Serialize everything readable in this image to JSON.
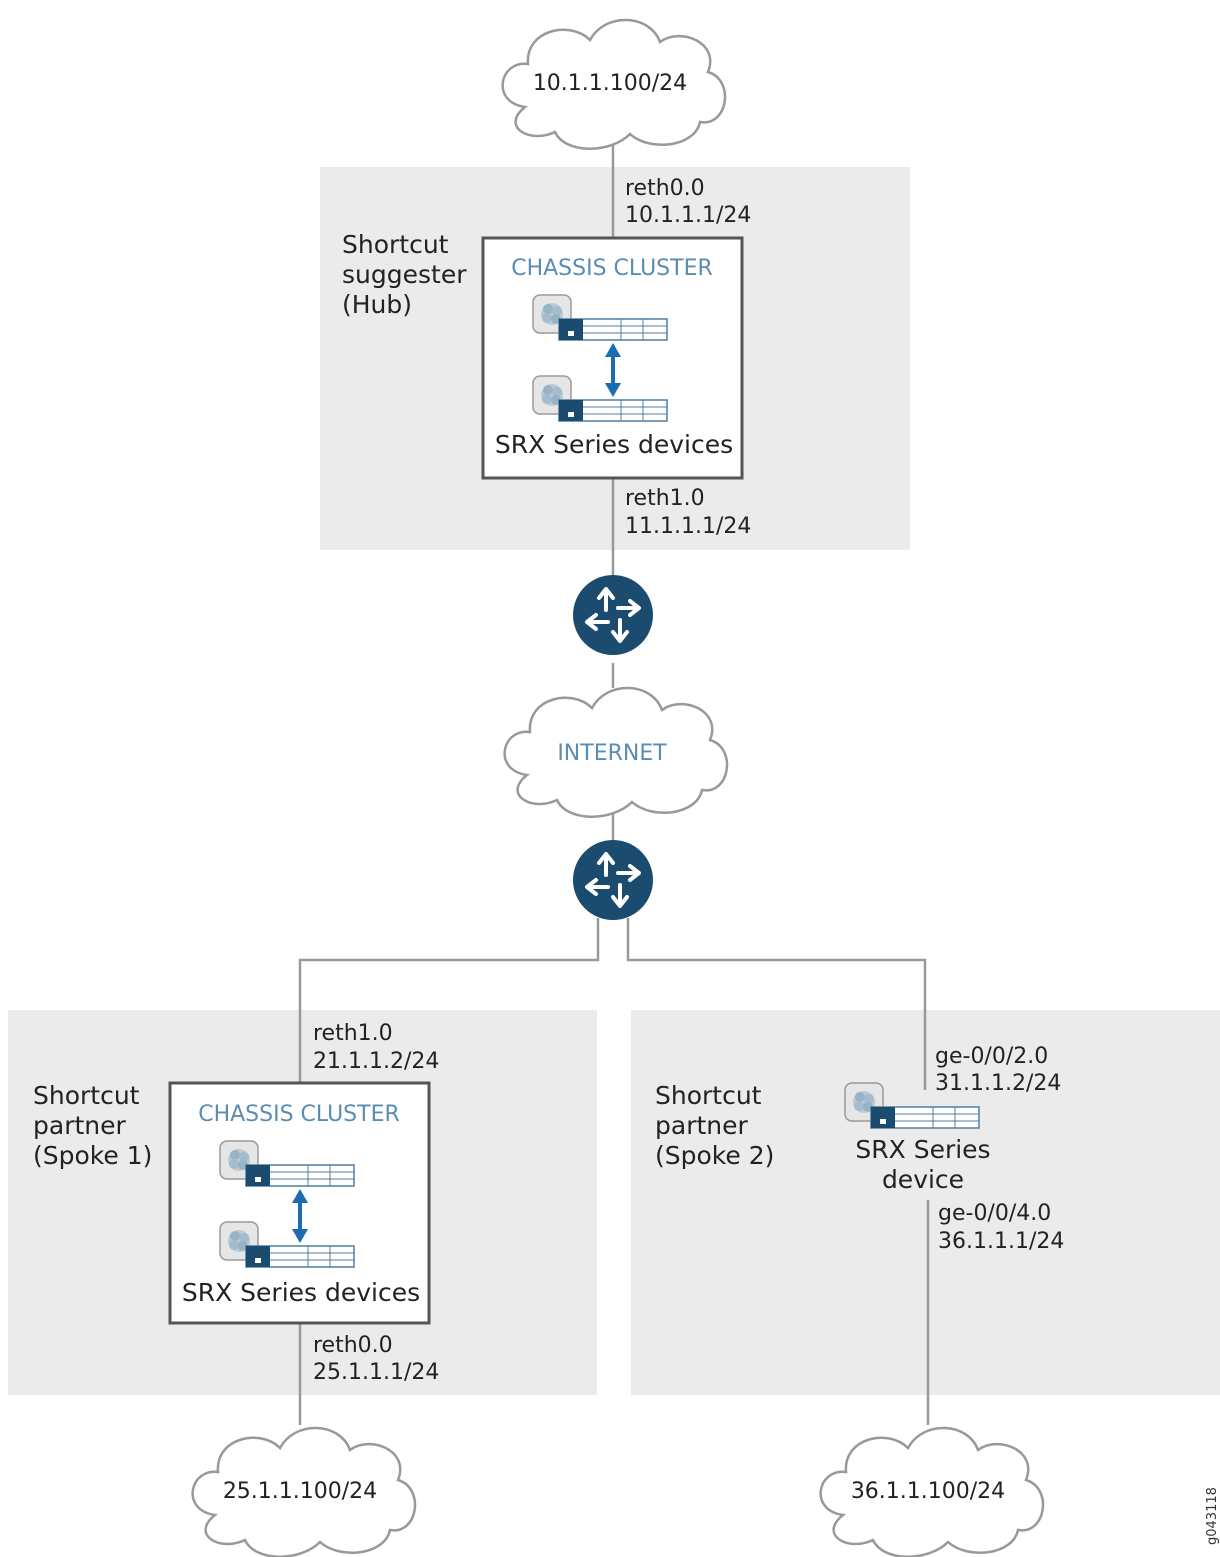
{
  "colors": {
    "zone_fill": "#ebebeb",
    "line": "#999999",
    "cluster_border": "#555555",
    "accent": "#5a8db4",
    "router": "#1b4b6e",
    "arrow": "#1c6cb2",
    "device_blue": "#1b4b6e"
  },
  "hub": {
    "label_lines": [
      "Shortcut",
      "suggester",
      "(Hub)"
    ],
    "cloud_label": "10.1.1.100/24",
    "top_if_name": "reth0.0",
    "top_if_ip": "10.1.1.1/24",
    "cluster_title": "CHASSIS CLUSTER",
    "devices_label": "SRX Series devices",
    "bottom_if_name": "reth1.0",
    "bottom_if_ip": "11.1.1.1/24",
    "icons": [
      "firewall-icon",
      "firewall-icon",
      "bidirectional-arrow-icon"
    ]
  },
  "internet": {
    "cloud_label": "INTERNET",
    "routers": [
      "router-icon",
      "router-icon"
    ]
  },
  "spoke1": {
    "label_lines": [
      "Shortcut",
      "partner",
      "(Spoke 1)"
    ],
    "top_if_name": "reth1.0",
    "top_if_ip": "21.1.1.2/24",
    "cluster_title": "CHASSIS CLUSTER",
    "devices_label": "SRX Series devices",
    "bottom_if_name": "reth0.0",
    "bottom_if_ip": "25.1.1.1/24",
    "cloud_label": "25.1.1.100/24"
  },
  "spoke2": {
    "label_lines": [
      "Shortcut",
      "partner",
      "(Spoke 2)"
    ],
    "top_if_name": "ge-0/0/2.0",
    "top_if_ip": "31.1.1.2/24",
    "device_label_lines": [
      "SRX Series",
      "device"
    ],
    "bottom_if_name": "ge-0/0/4.0",
    "bottom_if_ip": "36.1.1.1/24",
    "cloud_label": "36.1.1.100/24"
  },
  "figure_id": "g043118"
}
